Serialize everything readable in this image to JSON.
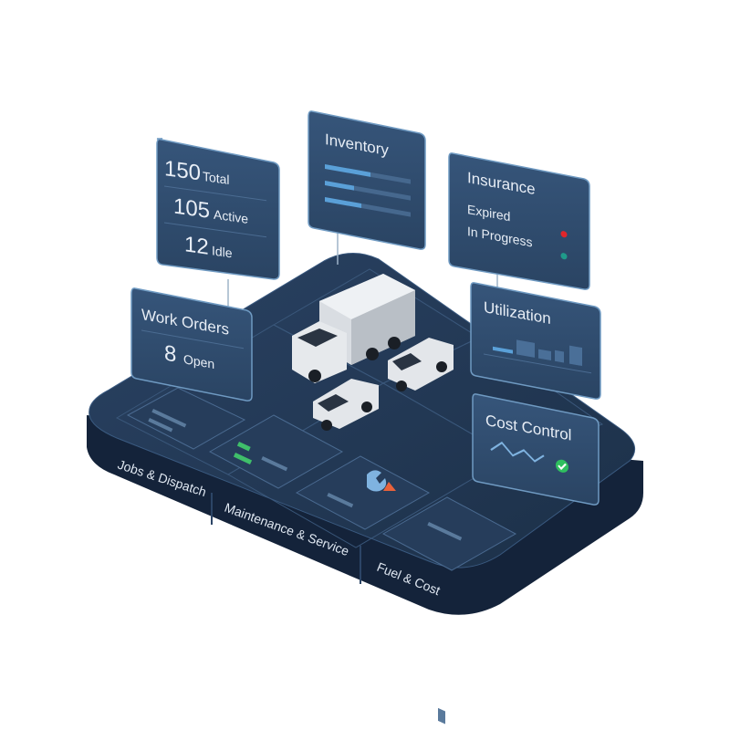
{
  "fleet": {
    "total": {
      "number": "150",
      "label": "Total"
    },
    "active": {
      "number": "105",
      "label": "Active"
    },
    "idle": {
      "number": "12",
      "label": "Idle"
    }
  },
  "inventory": {
    "title": "Inventory"
  },
  "insurance": {
    "title": "Insurance",
    "statuses": [
      {
        "label": "Expired",
        "color": "#e0262b"
      },
      {
        "label": "In Progress",
        "color": "#1f9a8a"
      }
    ]
  },
  "work_orders": {
    "title": "Work Orders",
    "open_count": "8",
    "open_label": "Open"
  },
  "utilization": {
    "title": "Utilization"
  },
  "cost_control": {
    "title": "Cost Control",
    "ok_color": "#2fbf5f"
  },
  "modules": [
    {
      "label": "Jobs & Dispatch"
    },
    {
      "label": "Maintenance & Service"
    },
    {
      "label": "Fuel & Cost"
    }
  ],
  "colors": {
    "platform_top": "#223650",
    "platform_side": "#15243a",
    "card_bg": "#2f4b6c",
    "card_border": "#6f9ac2",
    "accent_bar": "#5aa0d8",
    "accent_green": "#3fbf6a",
    "accent_orange": "#e8623b"
  }
}
